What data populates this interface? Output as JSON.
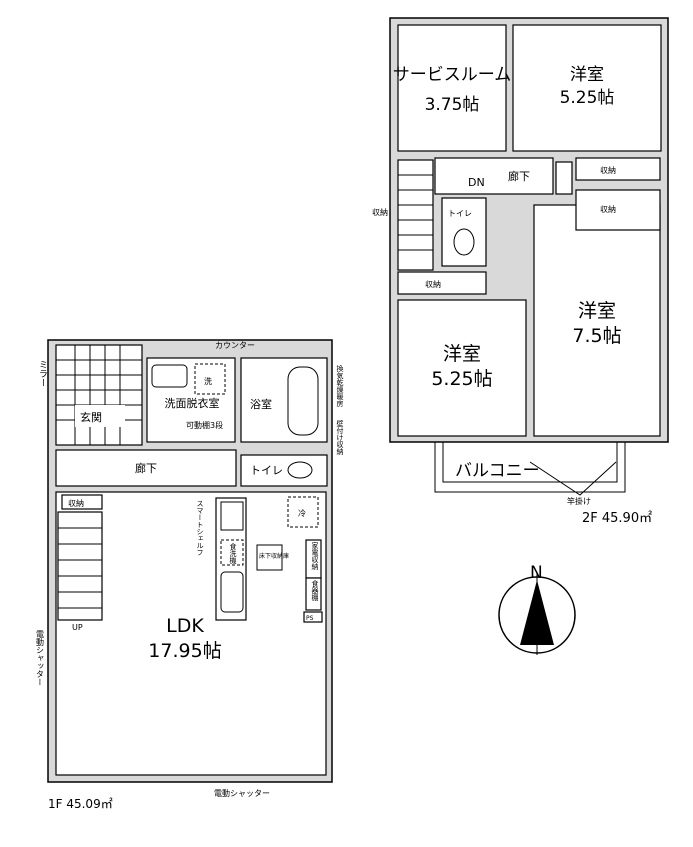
{
  "floor2": {
    "service_room": {
      "name": "サービスルーム",
      "size": "3.75帖"
    },
    "western_room_ne": {
      "name": "洋室",
      "size": "5.25帖"
    },
    "western_room_sw": {
      "name": "洋室",
      "size": "5.25帖"
    },
    "western_room_se": {
      "name": "洋室",
      "size": "7.5帖"
    },
    "stairs_label": "DN",
    "hallway": "廊下",
    "toilet": "トイレ",
    "storage": "収納",
    "balcony": "バルコニー",
    "pole_hanger": "竿掛け",
    "area": "2F 45.90㎡"
  },
  "floor1": {
    "counter": "カウンター",
    "mirror": "ミラー",
    "entrance": "玄関",
    "washroom": "洗面脱衣室",
    "washer": "洗",
    "shelf": "可動棚3段",
    "bathroom": "浴室",
    "bath_dryer": "換気乾燥暖房",
    "wall_storage": "壁付け収納",
    "hallway": "廊下",
    "toilet": "トイレ",
    "storage": "収納",
    "smart_shelf": "スマートシェルフ",
    "fridge": "冷",
    "dishwasher": "食洗機",
    "underfloor": "床下収納庫",
    "appliance_storage": "家電収納",
    "cupboard": "食器棚",
    "ps": "PS",
    "up": "UP",
    "shutter_side": "電動シャッター",
    "shutter_bottom": "電動シャッター",
    "ldk": {
      "name": "LDK",
      "size": "17.95帖"
    },
    "area": "1F 45.09㎡"
  },
  "compass": {
    "label": "N"
  }
}
